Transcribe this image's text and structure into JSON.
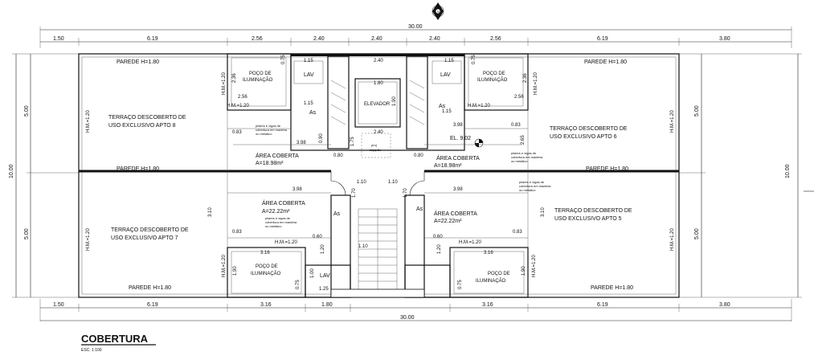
{
  "title": "COBERTURA",
  "scale": "ESC. 1:100",
  "north_label": "N",
  "dims": {
    "total_top": "30.00",
    "total_bottom": "30.00",
    "total_left": "10.00",
    "total_right": "10.00",
    "half_top_left": "5.00",
    "half_bottom_left": "5.00",
    "half_top_right": "5.00",
    "half_bottom_right": "5.00",
    "top": [
      "1.50",
      "6.19",
      "2.56",
      "2.40",
      "2.40",
      "2.40",
      "2.56",
      "6.19",
      "3.80"
    ],
    "bottom": [
      "1.50",
      "6.19",
      "3.16",
      "1.80",
      "3.16",
      "6.19",
      "3.80"
    ]
  },
  "terraces": {
    "apto8": [
      "TERRAÇO DESCOBERTO DE",
      "USO EXCLUSIVO APTO 8"
    ],
    "apto6": [
      "TERRAÇO DESCOBERTO DE",
      "USO EXCLUSIVO APTO 6"
    ],
    "apto7": [
      "TERRAÇO DESCOBERTO DE",
      "USO EXCLUSIVO APTO 7"
    ],
    "apto5": [
      "TERRAÇO DESCOBERTO DE",
      "USO EXCLUSIVO APTO 5"
    ]
  },
  "walls": {
    "top_left": "PAREDE H=1.80",
    "top_right": "PAREDE H=1.80",
    "mid_left": "PAREDE H=1.80",
    "mid_right": "PAREDE H=1.80",
    "bot_left": "PAREDE H=1.80",
    "bot_right": "PAREDE H=1.80"
  },
  "hm": {
    "hm120": "H.M.=1.20",
    "hm_vertical": "H.M.=1.20"
  },
  "areas": {
    "tl_name": "ÁREA COBERTA",
    "tl_value": "A=18.98m²",
    "tr_name": "ÁREA COBERTA",
    "tr_value": "A=18.98m²",
    "bl_name": "ÁREA COBERTA",
    "bl_value": "A=22.22m²",
    "br_name": "ÁREA COBERTA",
    "br_value": "A=22.22m²"
  },
  "wells": {
    "tl": [
      "POÇO DE",
      "ILUMINAÇÃO"
    ],
    "tr": [
      "POÇO DE",
      "ILUMINAÇÃO"
    ],
    "bl": [
      "POÇO DE",
      "ILUMINAÇÃO"
    ],
    "br": [
      "POÇO DE",
      "ILUMINAÇÃO"
    ]
  },
  "pillar_note": [
    "pilares e vigas de",
    "cobertura em madeira",
    "ou metálico"
  ],
  "core": {
    "elevator": "ELEVADOR",
    "level": "EL. 9.02",
    "lav": "LAV",
    "as": "As",
    "proj": [
      "proj",
      "alçapão"
    ]
  },
  "inner_dims": {
    "d115": "1.15",
    "d240": "2.40",
    "d180": "1.80",
    "d190": "1.90",
    "d256": "2.56",
    "d236": "2.36",
    "d075": "0.75",
    "d083": "0.83",
    "d398": "3.98",
    "d080": "0.80",
    "d110": "1.10",
    "d060": "0.60",
    "d316": "3.16",
    "d310": "3.10",
    "d265": "2.65",
    "d120": "1.20",
    "d170": "1.70",
    "d125": "1.25",
    "d100": "1.00",
    "d175": "1.75",
    "d090": "0.90"
  }
}
